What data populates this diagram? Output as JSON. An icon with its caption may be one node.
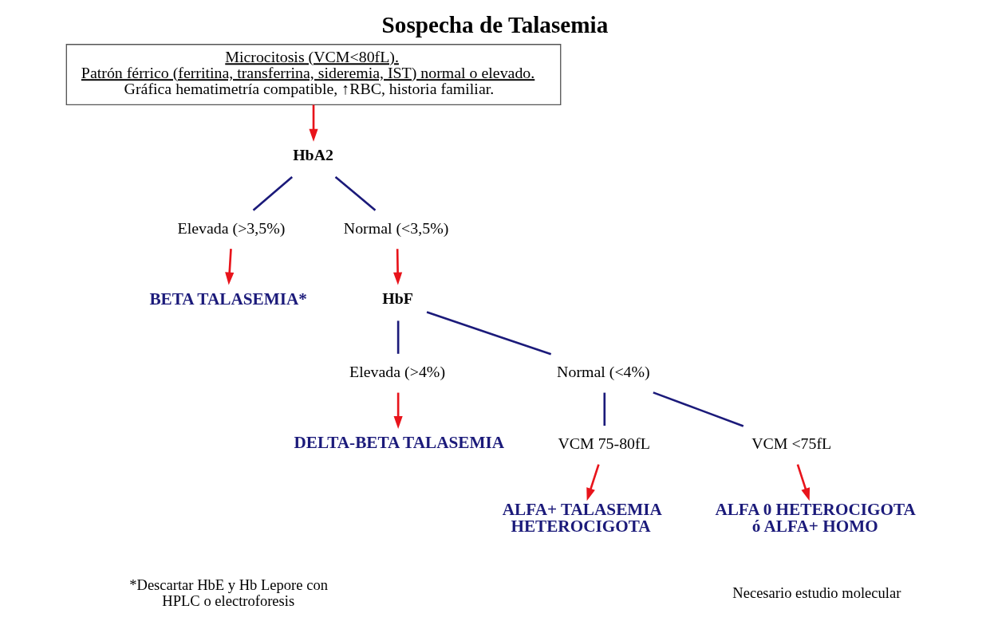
{
  "diagram": {
    "title": "Sospecha de Talasemia",
    "nodes": [
      {
        "text": [
          "Microcitosis (VCM<80fL).",
          "Patrón férrico (ferritina, transferrina, sideremia, IST) normal o elevado.",
          "Gráfica hematimetría compatible, ↑RBC, historia familiar."
        ]
      },
      {
        "text": [
          "HbA2"
        ]
      },
      {
        "text": [
          "Elevada (>3,5%)"
        ]
      },
      {
        "text": [
          "Normal (<3,5%)"
        ]
      },
      {
        "text": [
          "BETA TALASEMIA*"
        ]
      },
      {
        "text": [
          "HbF"
        ]
      },
      {
        "text": [
          "Elevada (>4%)"
        ]
      },
      {
        "text": [
          "Normal (<4%)"
        ]
      },
      {
        "text": [
          "DELTA-BETA TALASEMIA"
        ]
      },
      {
        "text": [
          "VCM 75-80fL"
        ]
      },
      {
        "text": [
          "VCM <75fL"
        ]
      },
      {
        "text": [
          "ALFA+ TALASEMIA HETEROCIGOTA"
        ]
      },
      {
        "text": [
          "ALFA 0 HETEROCIGOTA ó ALFA+ HOMO"
        ]
      }
    ],
    "edges": [
      {
        "from": 0,
        "to": 1,
        "arrow": "to",
        "color": "#e8141b"
      },
      {
        "from": 1,
        "to": 2,
        "arrow": "none",
        "color": "#1b1a7a"
      },
      {
        "from": 1,
        "to": 3,
        "arrow": "none",
        "color": "#1b1a7a"
      },
      {
        "from": 2,
        "to": 4,
        "arrow": "to",
        "color": "#e8141b"
      },
      {
        "from": 3,
        "to": 5,
        "arrow": "to",
        "color": "#e8141b"
      },
      {
        "from": 5,
        "to": 6,
        "arrow": "none",
        "color": "#1b1a7a"
      },
      {
        "from": 5,
        "to": 7,
        "arrow": "none",
        "color": "#1b1a7a"
      },
      {
        "from": 6,
        "to": 8,
        "arrow": "to",
        "color": "#e8141b"
      },
      {
        "from": 7,
        "to": 9,
        "arrow": "none",
        "color": "#1b1a7a"
      },
      {
        "from": 7,
        "to": 10,
        "arrow": "none",
        "color": "#1b1a7a"
      },
      {
        "from": 9,
        "to": 11,
        "arrow": "to",
        "color": "#e8141b"
      },
      {
        "from": 10,
        "to": 12,
        "arrow": "to",
        "color": "#e8141b"
      }
    ],
    "labels": [
      "*Descartar HbE y Hb Lepore con HPLC o electroforesis",
      "Necesario estudio molecular"
    ]
  }
}
